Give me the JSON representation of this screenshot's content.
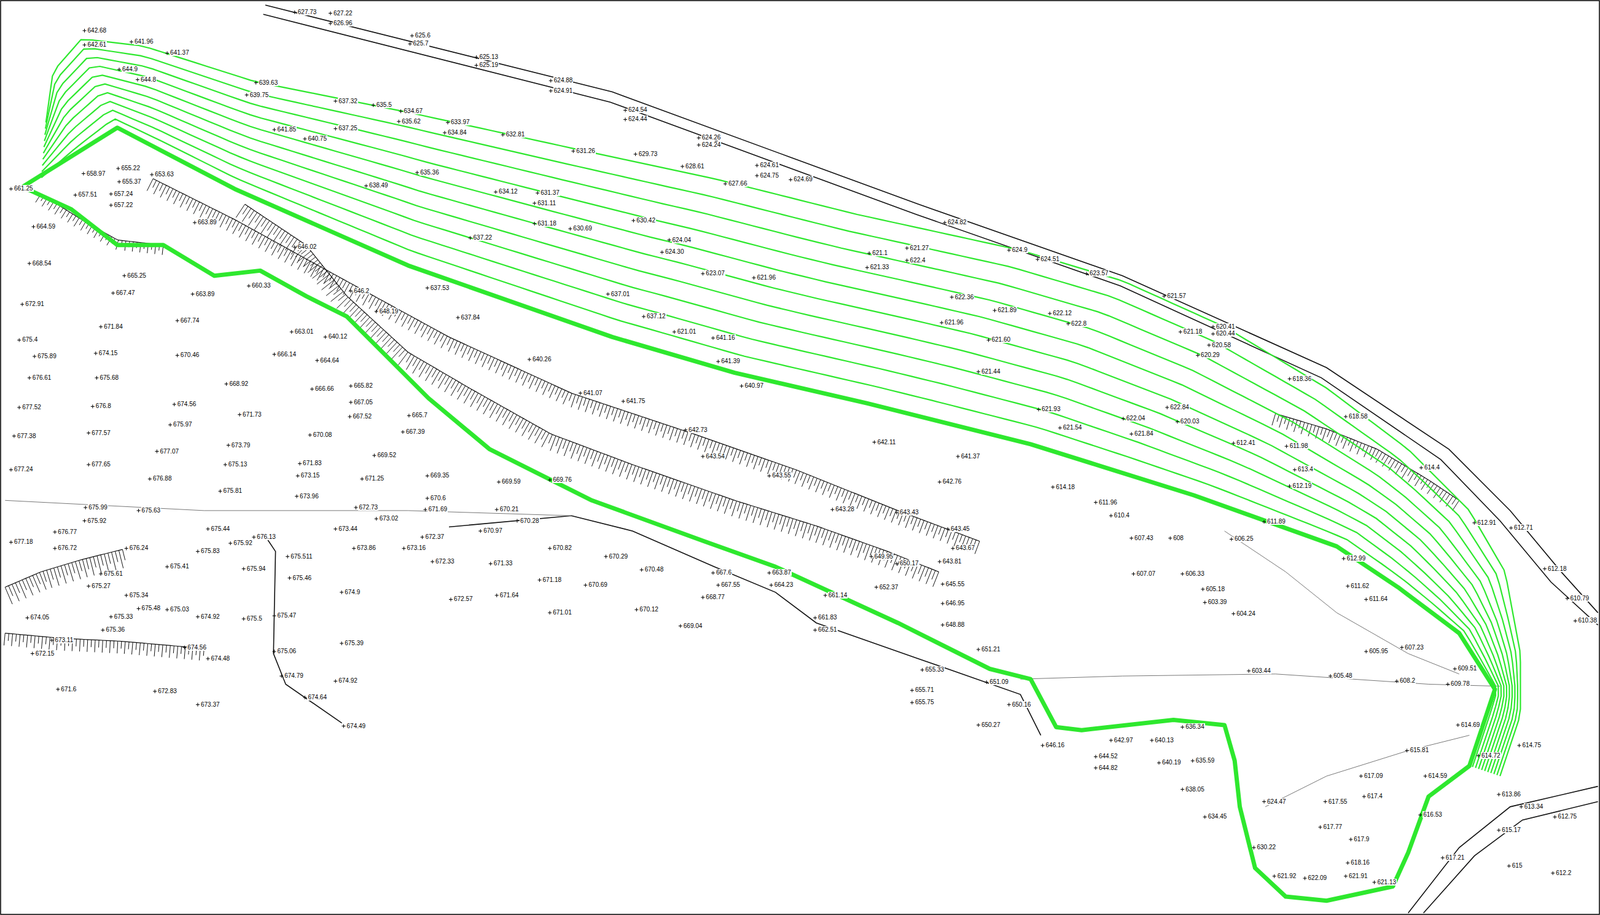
{
  "diagram": {
    "labels": [
      "627.73",
      "627.22",
      "626.96",
      "625.6",
      "625.7",
      "625.13",
      "625.19",
      "624.88",
      "624.91",
      "624.54",
      "624.44",
      "624.26",
      "624.24",
      "624.61",
      "624.75",
      "624.69",
      "624.82",
      "624.9",
      "624.51",
      "623.57",
      "621.57",
      "620.41",
      "620.44",
      "618.36",
      "618.58",
      "614.4",
      "612.91",
      "612.71",
      "612.18",
      "610.79",
      "610.38",
      "642.68",
      "642.61",
      "641.96",
      "641.37",
      "644.9",
      "644.8",
      "639.63",
      "639.75",
      "637.32",
      "635.5",
      "634.67",
      "635.62",
      "633.97",
      "634.84",
      "632.81",
      "631.26",
      "629.73",
      "628.61",
      "627.66",
      "641.85",
      "640.75",
      "637.25",
      "638.49",
      "635.36",
      "634.12",
      "631.37",
      "631.11",
      "631.18",
      "630.69",
      "637.22",
      "630.42",
      "624.04",
      "624.30",
      "623.07",
      "621.96",
      "621.01",
      "641.16",
      "641.39",
      "640.97",
      "637.01",
      "637.12",
      "621.1",
      "621.33",
      "621.27",
      "622.4",
      "622.36",
      "621.96",
      "621.89",
      "621.60",
      "621.44",
      "621.93",
      "621.54",
      "622.12",
      "622.8",
      "622.04",
      "621.84",
      "622.84",
      "620.03",
      "621.18",
      "620.58",
      "620.29",
      "661.25",
      "664.59",
      "668.54",
      "672.91",
      "675.4",
      "675.89",
      "676.61",
      "677.52",
      "677.38",
      "677.24",
      "675.99",
      "675.92",
      "676.77",
      "677.18",
      "676.72",
      "675.63",
      "675.27",
      "675.61",
      "676.24",
      "675.34",
      "674.05",
      "675.33",
      "675.48",
      "675.03",
      "674.92",
      "675.5",
      "675.36",
      "673.11",
      "672.15",
      "674.56",
      "674.48",
      "671.6",
      "672.83",
      "673.37",
      "671.84",
      "674.15",
      "675.68",
      "676.8",
      "677.57",
      "677.65",
      "677.07",
      "676.88",
      "665.25",
      "667.47",
      "663.89",
      "667.74",
      "670.46",
      "674.56",
      "675.97",
      "673.79",
      "675.13",
      "675.81",
      "668.92",
      "671.73",
      "666.14",
      "663.01",
      "664.64",
      "666.66",
      "665.82",
      "667.05",
      "667.52",
      "665.7",
      "667.39",
      "670.08",
      "671.83",
      "673.15",
      "673.96",
      "669.52",
      "671.25",
      "669.35",
      "669.59",
      "669.76",
      "670.6",
      "671.69",
      "672.73",
      "673.02",
      "673.44",
      "673.86",
      "673.16",
      "672.37",
      "670.21",
      "670.28",
      "670.97",
      "670.82",
      "672.33",
      "671.33",
      "671.18",
      "670.69",
      "674.9",
      "675.39",
      "674.92",
      "674.49",
      "674.64",
      "674.79",
      "675.06",
      "675.47",
      "675.46",
      "675.511",
      "672.57",
      "671.64",
      "671.01",
      "670.12",
      "669.04",
      "670.48",
      "670.29",
      "675.83",
      "675.92",
      "675.94",
      "675.41",
      "675.44",
      "676.13",
      "642.11",
      "641.37",
      "642.76",
      "643.43",
      "643.45",
      "643.67",
      "643.81",
      "645.55",
      "646.95",
      "648.88",
      "651.21",
      "651.09",
      "650.16",
      "650.27",
      "655.71",
      "655.75",
      "655.33",
      "649.95",
      "650.17",
      "652.37",
      "661.14",
      "661.83",
      "662.51",
      "663.87",
      "664.23",
      "667.6",
      "667.55",
      "668.77",
      "641.07",
      "641.75",
      "642.73",
      "643.54",
      "643.55",
      "643.28",
      "640.26",
      "637.84",
      "637.53",
      "640.12",
      "646.2",
      "648.19",
      "646.02",
      "660.33",
      "655.37",
      "655.22",
      "653.63",
      "658.97",
      "657.51",
      "657.24",
      "657.22",
      "663.89",
      "614.18",
      "611.96",
      "610.4",
      "607.43",
      "608",
      "607.07",
      "606.33",
      "605.18",
      "603.39",
      "604.24",
      "605.95",
      "607.23",
      "605.48",
      "608.2",
      "609.78",
      "609.51",
      "611.62",
      "611.64",
      "612.99",
      "611.89",
      "612.19",
      "611.98",
      "612.41",
      "613.4",
      "606.25",
      "603.44",
      "615.81",
      "617.09",
      "617.4",
      "617.55",
      "617.77",
      "617.9",
      "618.16",
      "616.53",
      "614.59",
      "614.72",
      "614.75",
      "614.69",
      "613.86",
      "613.34",
      "612.75",
      "615",
      "612.2",
      "615.17",
      "617.21",
      "646.16",
      "642.97",
      "640.13",
      "636.34",
      "644.52",
      "644.82",
      "640.19",
      "635.59",
      "638.05",
      "634.45",
      "630.22",
      "624.47",
      "621.92",
      "622.09",
      "621.91",
      "621.13"
    ]
  }
}
